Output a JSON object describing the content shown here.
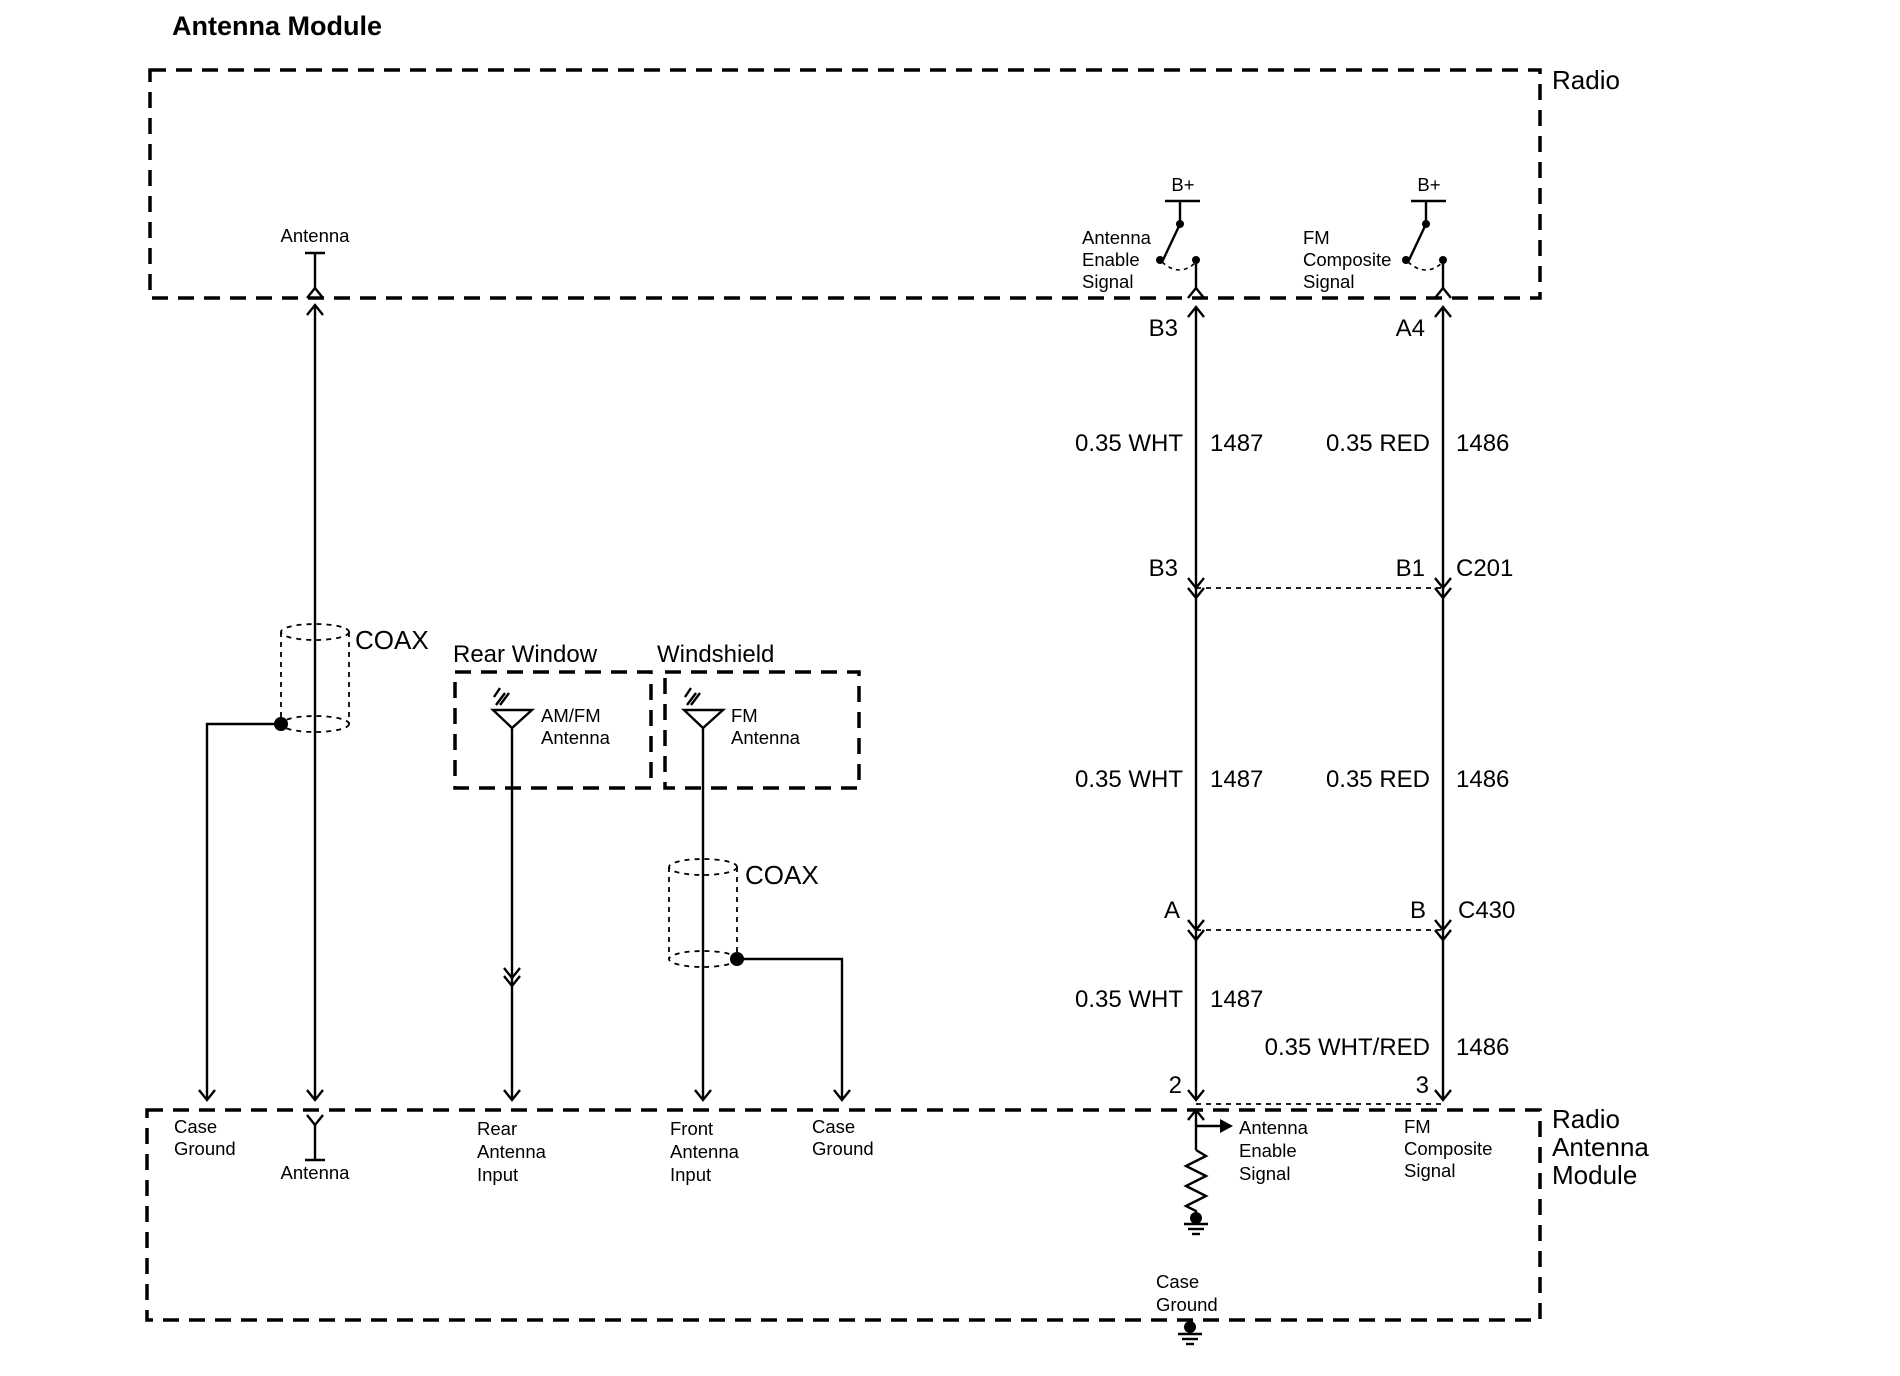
{
  "title": "Antenna Module",
  "blocks": {
    "radio": "Radio",
    "radio_antenna_module": [
      "Radio",
      "Antenna",
      "Module"
    ],
    "rear_window": "Rear Window",
    "windshield": "Windshield"
  },
  "radio_terminals": {
    "antenna": "Antenna",
    "antenna_enable": [
      "Antenna",
      "Enable",
      "Signal"
    ],
    "fm_composite": [
      "FM",
      "Composite",
      "Signal"
    ],
    "bplus_1": "B+",
    "bplus_2": "B+"
  },
  "pins": {
    "radio_b3": "B3",
    "radio_a4": "A4",
    "c201_b3": "B3",
    "c201_b1": "B1",
    "c201": "C201",
    "c430_a": "A",
    "c430_b": "B",
    "c430": "C430",
    "module_2": "2",
    "module_3": "3"
  },
  "wires": {
    "w1_color": "0.35 WHT",
    "w1_circuit": "1487",
    "w2_color": "0.35 RED",
    "w2_circuit": "1486",
    "w3_color": "0.35 WHT",
    "w3_circuit": "1487",
    "w4_color": "0.35 RED",
    "w4_circuit": "1486",
    "w5_color": "0.35 WHT",
    "w5_circuit": "1487",
    "w6_color": "0.35 WHT/RED",
    "w6_circuit": "1486"
  },
  "coax": {
    "label_1": "COAX",
    "label_2": "COAX"
  },
  "antennas": {
    "rear": [
      "AM/FM",
      "Antenna"
    ],
    "front": [
      "FM",
      "Antenna"
    ]
  },
  "module_terminals": {
    "case_ground_1": [
      "Case",
      "Ground"
    ],
    "antenna": "Antenna",
    "rear_input": [
      "Rear",
      "Antenna",
      "Input"
    ],
    "front_input": [
      "Front",
      "Antenna",
      "Input"
    ],
    "case_ground_2": [
      "Case",
      "Ground"
    ],
    "antenna_enable": [
      "Antenna",
      "Enable",
      "Signal"
    ],
    "fm_composite": [
      "FM",
      "Composite",
      "Signal"
    ],
    "case_ground_3": [
      "Case",
      "Ground"
    ]
  }
}
